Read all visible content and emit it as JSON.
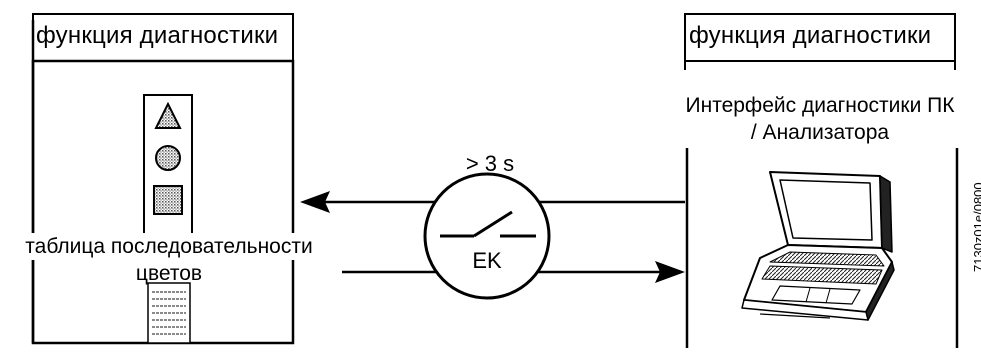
{
  "left_panel": {
    "title": "функция диагностики",
    "table_label_line1": "таблица последовательности",
    "table_label_line2": "цветов"
  },
  "right_panel": {
    "title": "функция диагностики",
    "interface_line1": "Интерфейс диагностики ПК",
    "interface_line2": "/ Анализатора"
  },
  "connection": {
    "duration_label": "> 3 s",
    "switch_label": "EK"
  },
  "figure_code": "7130z01e/0800",
  "icons": {
    "left_device": "traffic-light-panel-icon",
    "switch": "switch-icon",
    "laptop": "laptop-icon"
  },
  "colors": {
    "stroke": "#000000",
    "background": "#ffffff",
    "halftone": "#8a8a8a"
  }
}
